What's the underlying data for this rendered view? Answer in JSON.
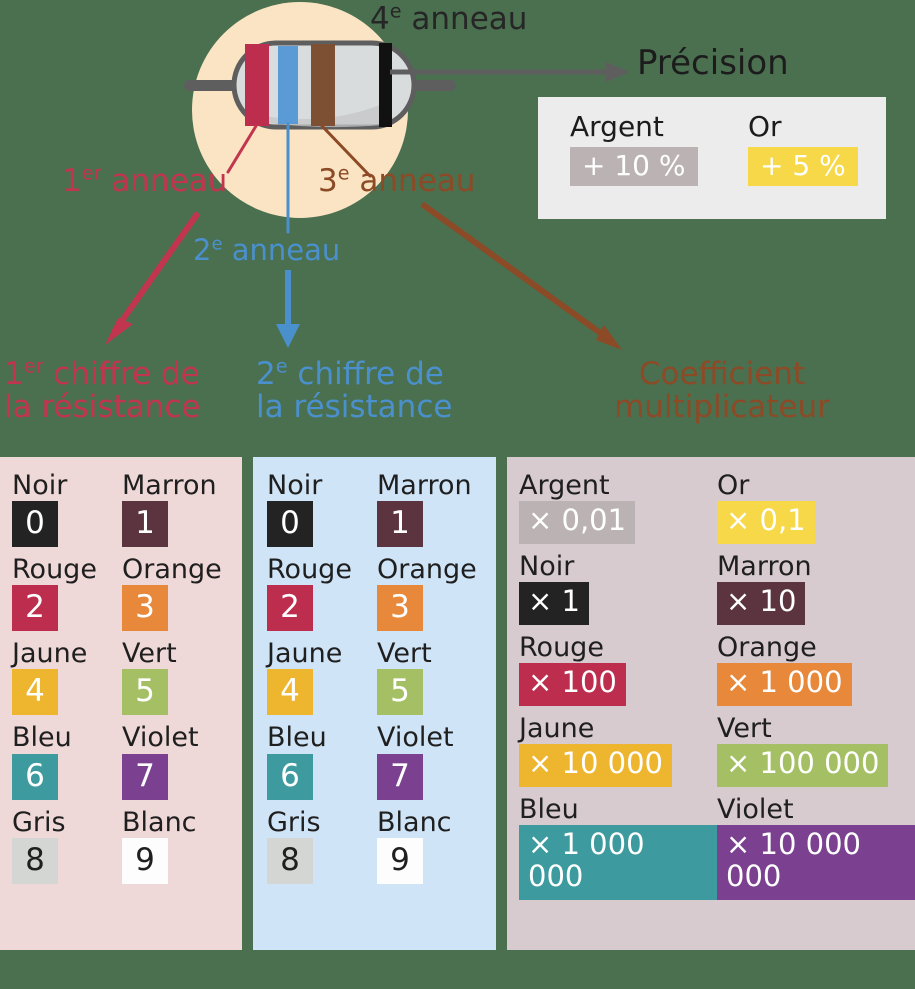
{
  "background_color": "#4a7050",
  "diagram": {
    "resistor": {
      "circle_color": "#fae4c3",
      "body_color": "#d9dcdd",
      "lead_color": "#5e5e5e",
      "bands": [
        {
          "name": "band-1-red",
          "color": "#bd2e4e"
        },
        {
          "name": "band-2-blue",
          "color": "#5b9bd5"
        },
        {
          "name": "band-3-brown",
          "color": "#7d5033"
        },
        {
          "name": "band-4-black",
          "color": "#111111"
        }
      ]
    },
    "labels": {
      "ring4": "4e anneau",
      "ring4_num": "4",
      "ring4_sup": "e",
      "ring4_rest": " anneau",
      "ring1_num": "1",
      "ring1_sup": "er",
      "ring1_rest": " anneau",
      "ring2_num": "2",
      "ring2_sup": "e",
      "ring2_rest": " anneau",
      "ring3_num": "3",
      "ring3_sup": "e",
      "ring3_rest": " anneau",
      "precision": "Précision"
    },
    "destinations": {
      "digit1_num": "1",
      "digit1_sup": "er",
      "digit1_line1": " chiffre de",
      "digit1_line2": "la résistance",
      "digit2_num": "2",
      "digit2_sup": "e",
      "digit2_line1": " chiffre de",
      "digit2_line2": "la résistance",
      "coef_line1": "Coefficient",
      "coef_line2": "multiplicateur"
    },
    "colors": {
      "red": "#c2354f",
      "blue": "#4a90cd",
      "brown": "#8c4a26",
      "arrow_gray": "#5e5e5e",
      "black": "#1c1c1c"
    }
  },
  "precision_box": {
    "background": "#ececec",
    "entries": [
      {
        "name": "Argent",
        "value": "+ 10 %",
        "chip_color": "#bab2b3",
        "text_color": "#ffffff"
      },
      {
        "name": "Or",
        "value": "+ 5 %",
        "chip_color": "#f6d848",
        "text_color": "#ffffff"
      }
    ]
  },
  "panels": [
    {
      "id": "digit-1",
      "title": "1er chiffre de la résistance",
      "background": "#efd9d8",
      "entries": [
        {
          "name": "Noir",
          "value": "0",
          "chip_color": "#232323",
          "text_color": "#ffffff"
        },
        {
          "name": "Marron",
          "value": "1",
          "chip_color": "#5b3440",
          "text_color": "#ffffff"
        },
        {
          "name": "Rouge",
          "value": "2",
          "chip_color": "#bd2e4e",
          "text_color": "#ffffff"
        },
        {
          "name": "Orange",
          "value": "3",
          "chip_color": "#e8883a",
          "text_color": "#ffffff"
        },
        {
          "name": "Jaune",
          "value": "4",
          "chip_color": "#eeb52f",
          "text_color": "#ffffff"
        },
        {
          "name": "Vert",
          "value": "5",
          "chip_color": "#a5c064",
          "text_color": "#ffffff"
        },
        {
          "name": "Bleu",
          "value": "6",
          "chip_color": "#3d9ba0",
          "text_color": "#ffffff"
        },
        {
          "name": "Violet",
          "value": "7",
          "chip_color": "#7b4190",
          "text_color": "#ffffff"
        },
        {
          "name": "Gris",
          "value": "8",
          "chip_color": "#d4d6d3",
          "text_color": "#1f1f1f"
        },
        {
          "name": "Blanc",
          "value": "9",
          "chip_color": "#fdfdfd",
          "text_color": "#1f1f1f"
        }
      ]
    },
    {
      "id": "digit-2",
      "title": "2e chiffre de la résistance",
      "background": "#cfe4f7",
      "entries": [
        {
          "name": "Noir",
          "value": "0",
          "chip_color": "#232323",
          "text_color": "#ffffff"
        },
        {
          "name": "Marron",
          "value": "1",
          "chip_color": "#5b3440",
          "text_color": "#ffffff"
        },
        {
          "name": "Rouge",
          "value": "2",
          "chip_color": "#bd2e4e",
          "text_color": "#ffffff"
        },
        {
          "name": "Orange",
          "value": "3",
          "chip_color": "#e8883a",
          "text_color": "#ffffff"
        },
        {
          "name": "Jaune",
          "value": "4",
          "chip_color": "#eeb52f",
          "text_color": "#ffffff"
        },
        {
          "name": "Vert",
          "value": "5",
          "chip_color": "#a5c064",
          "text_color": "#ffffff"
        },
        {
          "name": "Bleu",
          "value": "6",
          "chip_color": "#3d9ba0",
          "text_color": "#ffffff"
        },
        {
          "name": "Violet",
          "value": "7",
          "chip_color": "#7b4190",
          "text_color": "#ffffff"
        },
        {
          "name": "Gris",
          "value": "8",
          "chip_color": "#d4d6d3",
          "text_color": "#1f1f1f"
        },
        {
          "name": "Blanc",
          "value": "9",
          "chip_color": "#fdfdfd",
          "text_color": "#1f1f1f"
        }
      ]
    },
    {
      "id": "multiplier",
      "title": "Coefficient multiplicateur",
      "background": "#d7cbcf",
      "entries": [
        {
          "name": "Argent",
          "value": "× 0,01",
          "chip_color": "#bab2b3",
          "text_color": "#ffffff"
        },
        {
          "name": "Or",
          "value": "× 0,1",
          "chip_color": "#f6d848",
          "text_color": "#ffffff"
        },
        {
          "name": "Noir",
          "value": "× 1",
          "chip_color": "#232323",
          "text_color": "#ffffff"
        },
        {
          "name": "Marron",
          "value": "× 10",
          "chip_color": "#5b3440",
          "text_color": "#ffffff"
        },
        {
          "name": "Rouge",
          "value": "× 100",
          "chip_color": "#bd2e4e",
          "text_color": "#ffffff"
        },
        {
          "name": "Orange",
          "value": "× 1 000",
          "chip_color": "#e8883a",
          "text_color": "#ffffff"
        },
        {
          "name": "Jaune",
          "value": "× 10 000",
          "chip_color": "#eeb52f",
          "text_color": "#ffffff"
        },
        {
          "name": "Vert",
          "value": "× 100 000",
          "chip_color": "#a5c064",
          "text_color": "#ffffff"
        },
        {
          "name": "Bleu",
          "value": "× 1 000 000",
          "chip_color": "#3d9ba0",
          "text_color": "#ffffff"
        },
        {
          "name": "Violet",
          "value": "× 10 000 000",
          "chip_color": "#7b4190",
          "text_color": "#ffffff"
        }
      ]
    }
  ]
}
